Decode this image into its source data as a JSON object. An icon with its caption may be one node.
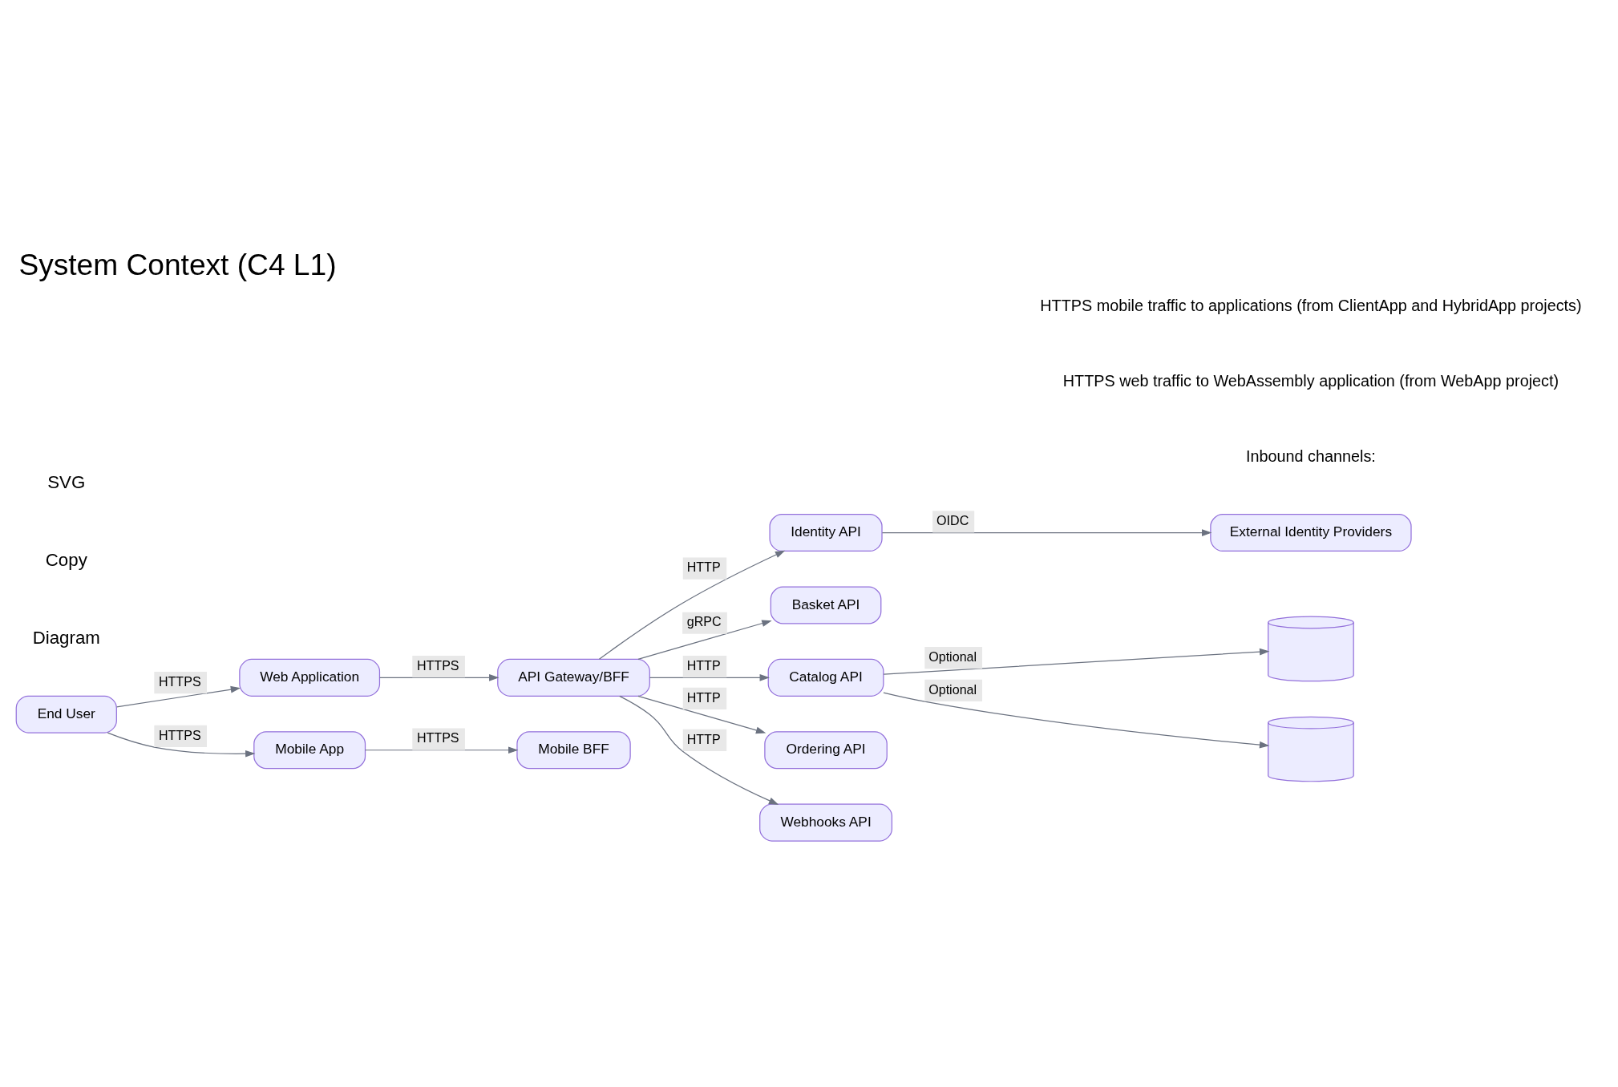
{
  "diagram": {
    "title": "System Context (C4 L1)",
    "nodes": [
      {
        "text": [
          "End User"
        ]
      },
      {
        "text": [
          "Web Application"
        ]
      },
      {
        "text": [
          "Mobile App"
        ]
      },
      {
        "text": [
          "API Gateway/BFF"
        ]
      },
      {
        "text": [
          "Mobile BFF"
        ]
      },
      {
        "text": [
          "Identity API"
        ]
      },
      {
        "text": [
          "Basket API"
        ]
      },
      {
        "text": [
          "Catalog API"
        ]
      },
      {
        "text": [
          "Ordering API"
        ]
      },
      {
        "text": [
          "Webhooks API"
        ]
      },
      {
        "text": [
          "External Identity Providers"
        ]
      },
      {
        "text": [],
        "shape": "cylinder"
      },
      {
        "text": [],
        "shape": "cylinder"
      }
    ],
    "edges": [
      {
        "from": 0,
        "to": 1,
        "arrow": "to",
        "label": "HTTPS"
      },
      {
        "from": 0,
        "to": 2,
        "arrow": "to",
        "label": "HTTPS"
      },
      {
        "from": 1,
        "to": 3,
        "arrow": "to",
        "label": "HTTPS"
      },
      {
        "from": 2,
        "to": 4,
        "arrow": "to",
        "label": "HTTPS"
      },
      {
        "from": 3,
        "to": 5,
        "arrow": "to",
        "label": "HTTP"
      },
      {
        "from": 3,
        "to": 6,
        "arrow": "to",
        "label": "gRPC"
      },
      {
        "from": 3,
        "to": 7,
        "arrow": "to",
        "label": "HTTP"
      },
      {
        "from": 3,
        "to": 8,
        "arrow": "to",
        "label": "HTTP"
      },
      {
        "from": 3,
        "to": 9,
        "arrow": "to",
        "label": "HTTP"
      },
      {
        "from": 5,
        "to": 10,
        "arrow": "to",
        "label": "OIDC"
      },
      {
        "from": 7,
        "to": 11,
        "arrow": "to",
        "label": "Optional"
      },
      {
        "from": 7,
        "to": 12,
        "arrow": "to",
        "label": "Optional"
      }
    ],
    "labels": [
      "Diagram",
      "Copy",
      "SVG",
      "Inbound channels:",
      "HTTPS web traffic to WebAssembly application (from WebApp project)",
      "HTTPS mobile traffic to applications (from ClientApp and HybridApp projects)"
    ]
  }
}
